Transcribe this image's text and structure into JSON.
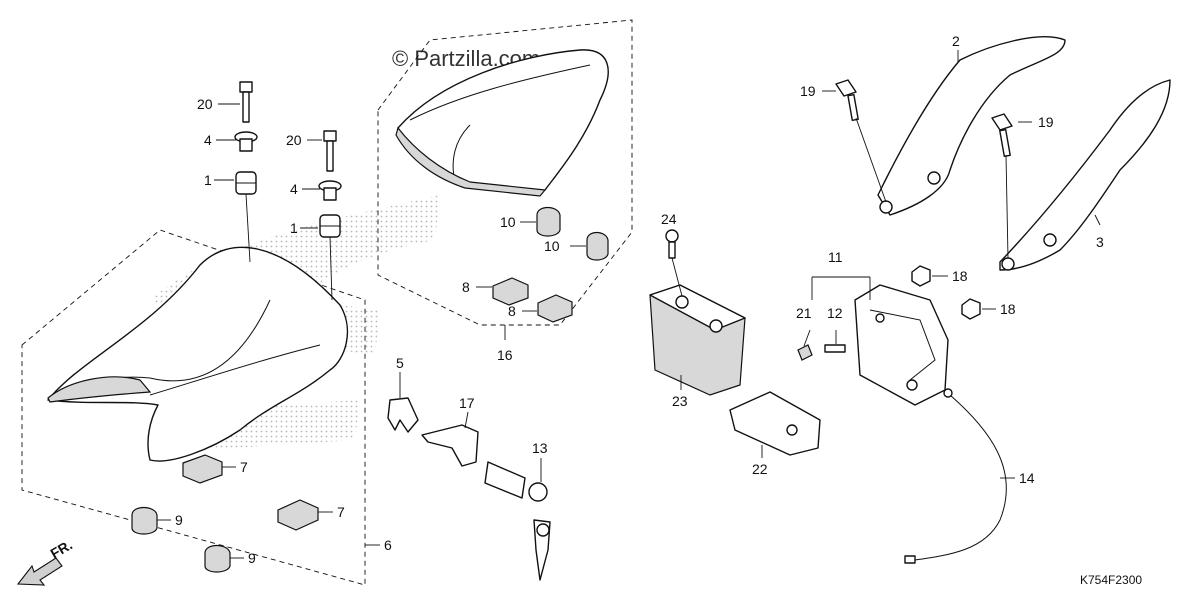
{
  "watermark": "© Partzilla.com",
  "diagram_code": "K754F2300",
  "direction_label": "FR.",
  "callouts": {
    "c1a": "1",
    "c1b": "1",
    "c2": "2",
    "c3": "3",
    "c4a": "4",
    "c4b": "4",
    "c5": "5",
    "c6": "6",
    "c7a": "7",
    "c7b": "7",
    "c8a": "8",
    "c8b": "8",
    "c9a": "9",
    "c9b": "9",
    "c10a": "10",
    "c10b": "10",
    "c11": "11",
    "c12": "12",
    "c13": "13",
    "c14": "14",
    "c16": "16",
    "c17": "17",
    "c18a": "18",
    "c18b": "18",
    "c19a": "19",
    "c19b": "19",
    "c20a": "20",
    "c20b": "20",
    "c21": "21",
    "c22": "22",
    "c23": "23",
    "c24": "24"
  },
  "colors": {
    "line": "#111111",
    "background": "#ffffff",
    "watermark_dots": "#b8b8b8"
  }
}
